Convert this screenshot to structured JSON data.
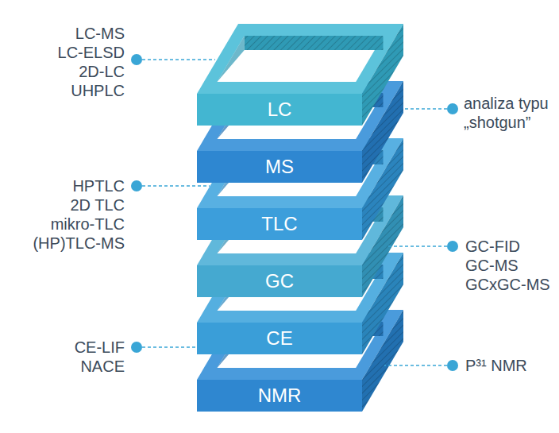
{
  "diagram": {
    "nodes": [
      {
        "text": [
          "LC"
        ]
      },
      {
        "text": [
          "MS"
        ]
      },
      {
        "text": [
          "TLC"
        ]
      },
      {
        "text": [
          "GC"
        ]
      },
      {
        "text": [
          "CE"
        ]
      },
      {
        "text": [
          "NMR"
        ]
      }
    ],
    "labels": [
      "LC-MS",
      "LC-ELSD",
      "2D-LC",
      "UHPLC",
      "analiza typu „shotgun”",
      "HPTLC",
      "2D TLC",
      "mikro-TLC",
      "(HP)TLC-MS",
      "GC-FID",
      "GC-MS",
      "GCxGC-MS",
      "CE-LIF",
      "NACE",
      "P³¹ NMR"
    ]
  }
}
